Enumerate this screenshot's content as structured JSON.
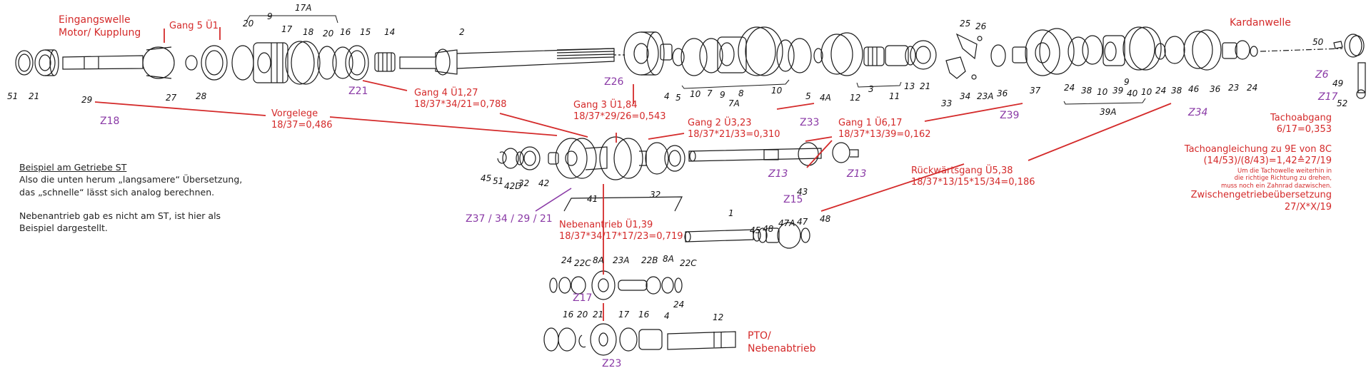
{
  "colors": {
    "annotation": "#d42a2a",
    "tooth_count": "#8a3aa6",
    "text": "#222222",
    "drawing": "#1a1a1a"
  },
  "shaft_labels": {
    "input": [
      "Eingangswelle",
      "Motor/ Kupplung"
    ],
    "output": "Kardanwelle",
    "pto": [
      "PTO/",
      "Nebenabtrieb"
    ]
  },
  "gears": {
    "gang5": "Gang 5 Ü1",
    "vorgelege": [
      "Vorgelege",
      "18/37=0,486"
    ],
    "gang4": [
      "Gang 4 Ü1,27",
      "18/37*34/21=0,788"
    ],
    "gang3": [
      "Gang 3 Ü1,84",
      "18/37*29/26=0,543"
    ],
    "gang2": [
      "Gang 2 Ü3,23",
      "18/37*21/33=0,310"
    ],
    "gang1": [
      "Gang 1 Ü6,17",
      "18/37*13/39=0,162"
    ],
    "reverse": [
      "Rückwärtsgang Ü5,38",
      "18/37*13/15*15/34=0,186"
    ],
    "nebenantrieb": [
      "Nebenantrieb Ü1,39",
      "18/37*34/17*17/23=0,719"
    ],
    "tacho": [
      "Tachoabgang",
      "6/17=0,353"
    ]
  },
  "tacho_note": {
    "title": "Tachoangleichung zu 9E von 8C",
    "formula": "(14/53)/(8/43)=1,42≙27/19",
    "note": [
      "Um die Tachowelle weiterhin in",
      "die richtige Richtung zu drehen,",
      "muss noch ein Zahnrad dazwischen."
    ],
    "intermediate_title": "Zwischengetriebeübersetzung",
    "intermediate_formula": "27/X*X/19"
  },
  "tooth_counts": {
    "z18": "Z18",
    "z21": "Z21",
    "z26": "Z26",
    "z33": "Z33",
    "z39": "Z39",
    "z34": "Z34",
    "z6": "Z6",
    "z17_tacho": "Z17",
    "z13a": "Z13",
    "z13b": "Z13",
    "z15": "Z15",
    "counter": "Z37 / 34 / 29 / 21",
    "z17_pto": "Z17",
    "z23": "Z23"
  },
  "explanation": {
    "title": "Beispiel am Getriebe ST",
    "lines": [
      "Also die unten herum „langsamere“ Übersetzung,",
      "das „schnelle“ lässt sich analog berechnen."
    ],
    "note": [
      "Nebenantrieb gab es nicht am ST, ist hier als",
      "Beispiel dargestellt."
    ]
  },
  "part_numbers": {
    "top": [
      "51",
      "21",
      "29",
      "27",
      "28",
      "20",
      "9",
      "17",
      "18",
      "20",
      "16",
      "15",
      "14",
      "2",
      "17A",
      "4",
      "5",
      "10",
      "7",
      "9",
      "8",
      "10",
      "5",
      "4A",
      "7A",
      "12",
      "3",
      "11",
      "13",
      "21",
      "33",
      "25",
      "26",
      "34",
      "23A",
      "36",
      "37",
      "24",
      "38",
      "10",
      "39",
      "9",
      "40",
      "10",
      "24",
      "38",
      "46",
      "36",
      "23",
      "24",
      "39A",
      "50",
      "49",
      "52"
    ],
    "counter": [
      "45",
      "51",
      "42D",
      "32",
      "42",
      "41",
      "32",
      "43"
    ],
    "reverse": [
      "1",
      "45",
      "48",
      "47A",
      "47",
      "48"
    ],
    "pto_upper": [
      "24",
      "22C",
      "8A",
      "23A",
      "22B",
      "8A",
      "22C",
      "24"
    ],
    "pto_lower": [
      "16",
      "20",
      "21",
      "17",
      "16",
      "4",
      "12"
    ]
  }
}
